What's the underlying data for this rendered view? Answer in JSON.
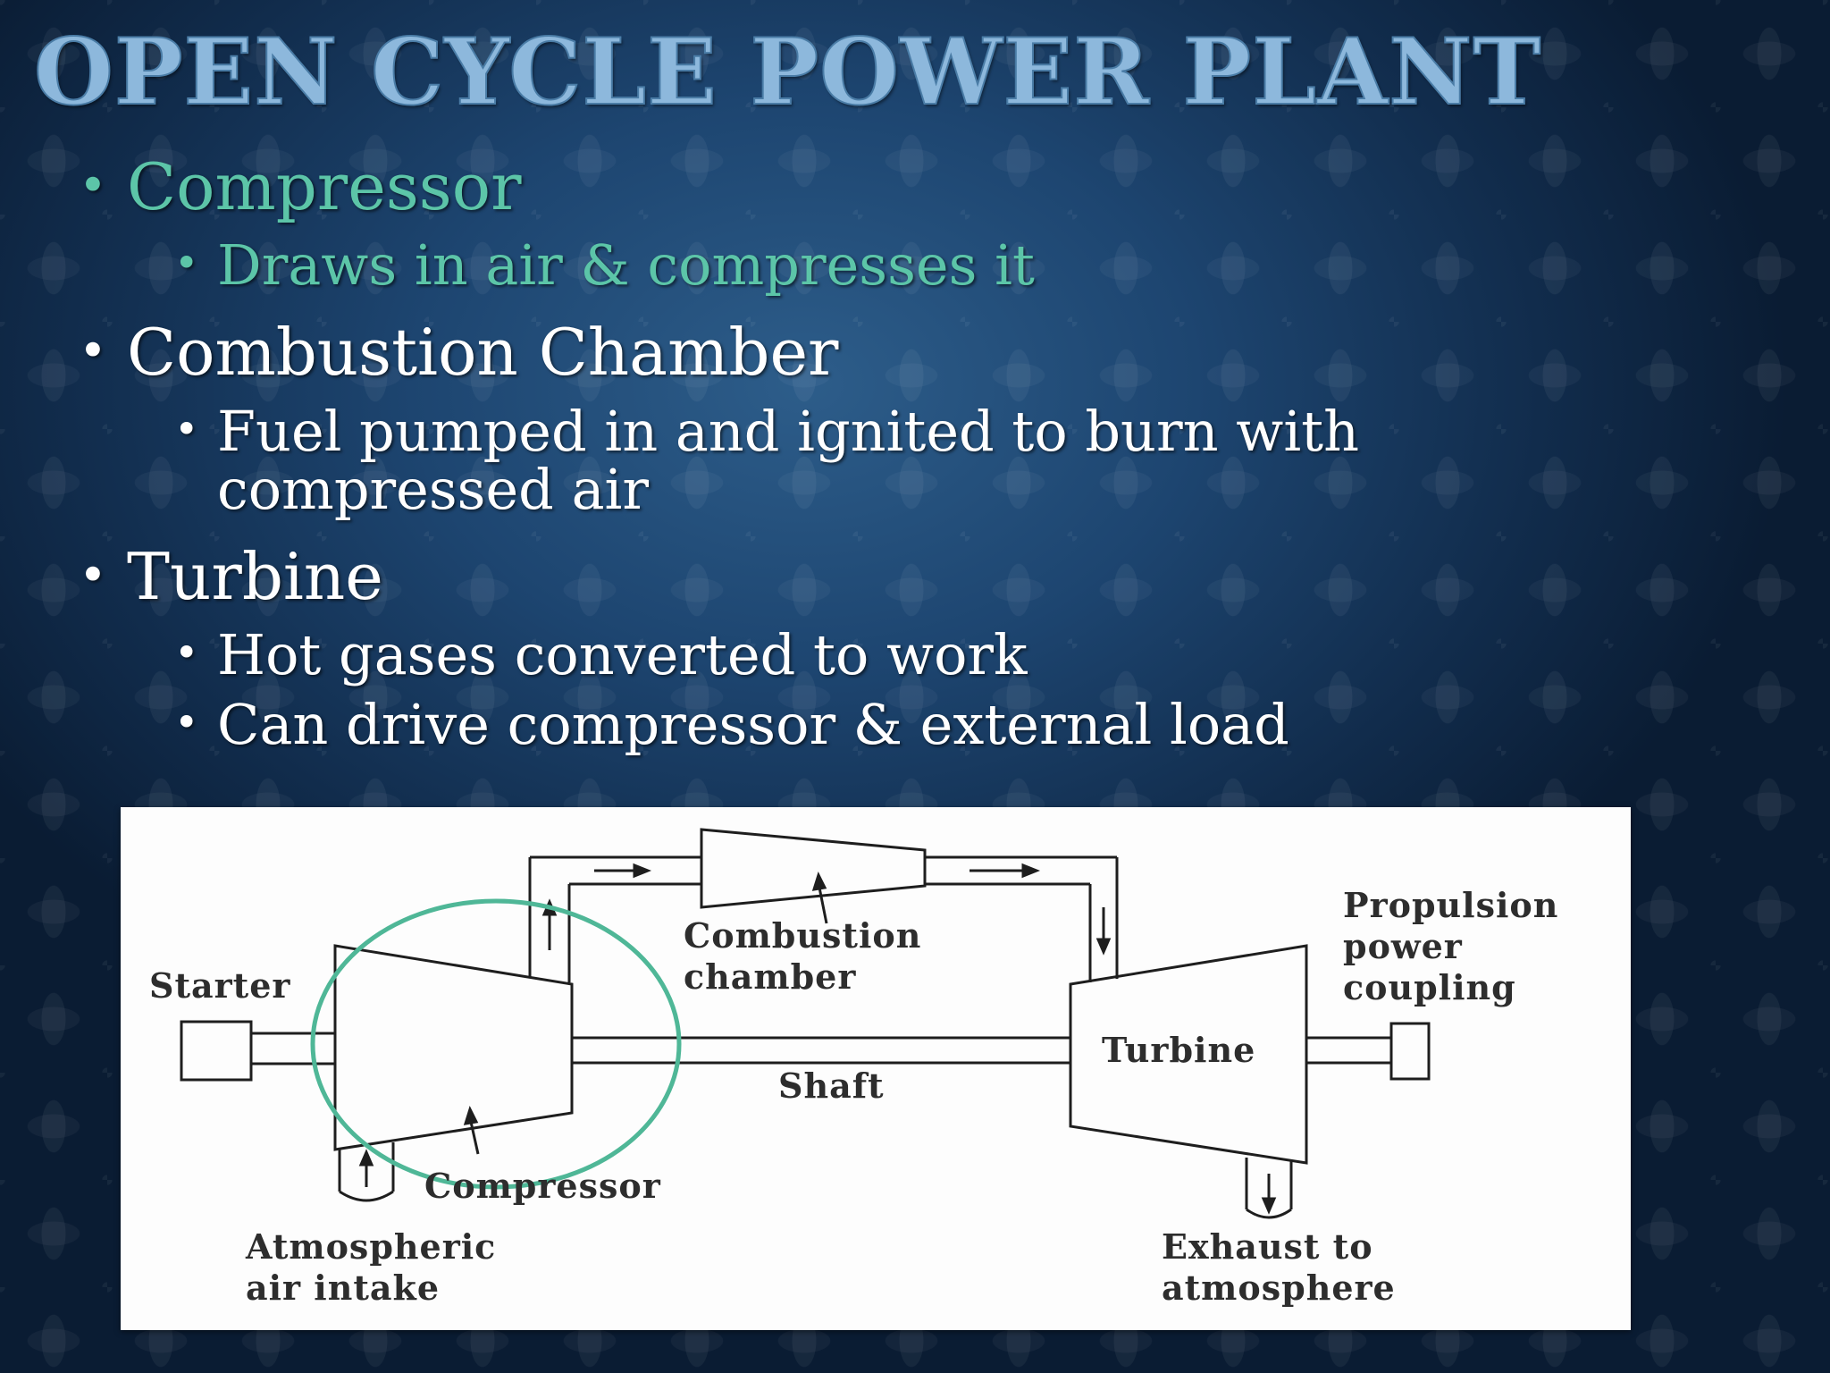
{
  "slide": {
    "title": "OPEN CYCLE POWER PLANT",
    "bullets": [
      {
        "text": "Compressor",
        "sub": [
          "Draws in air & compresses it"
        ]
      },
      {
        "text": "Combustion Chamber",
        "sub": [
          "Fuel pumped in and ignited to burn with",
          "compressed air"
        ]
      },
      {
        "text": "Turbine",
        "sub": [
          "Hot gases converted to work",
          "Can drive compressor & external load"
        ]
      }
    ],
    "bullet_glyph": "•"
  },
  "diagram": {
    "labels": {
      "starter": "Starter",
      "combustion_line1": "Combustion",
      "combustion_line2": "chamber",
      "propulsion_line1": "Propulsion",
      "propulsion_line2": "power",
      "propulsion_line3": "coupling",
      "turbine": "Turbine",
      "shaft": "Shaft",
      "compressor": "Compressor",
      "intake_line1": "Atmospheric",
      "intake_line2": "air intake",
      "exhaust_line1": "Exhaust to",
      "exhaust_line2": "atmosphere"
    },
    "highlight": {
      "target": "Compressor",
      "color": "#4fb797"
    }
  },
  "colors": {
    "accent": "#5cc5a8",
    "title": "#8db8dc"
  }
}
